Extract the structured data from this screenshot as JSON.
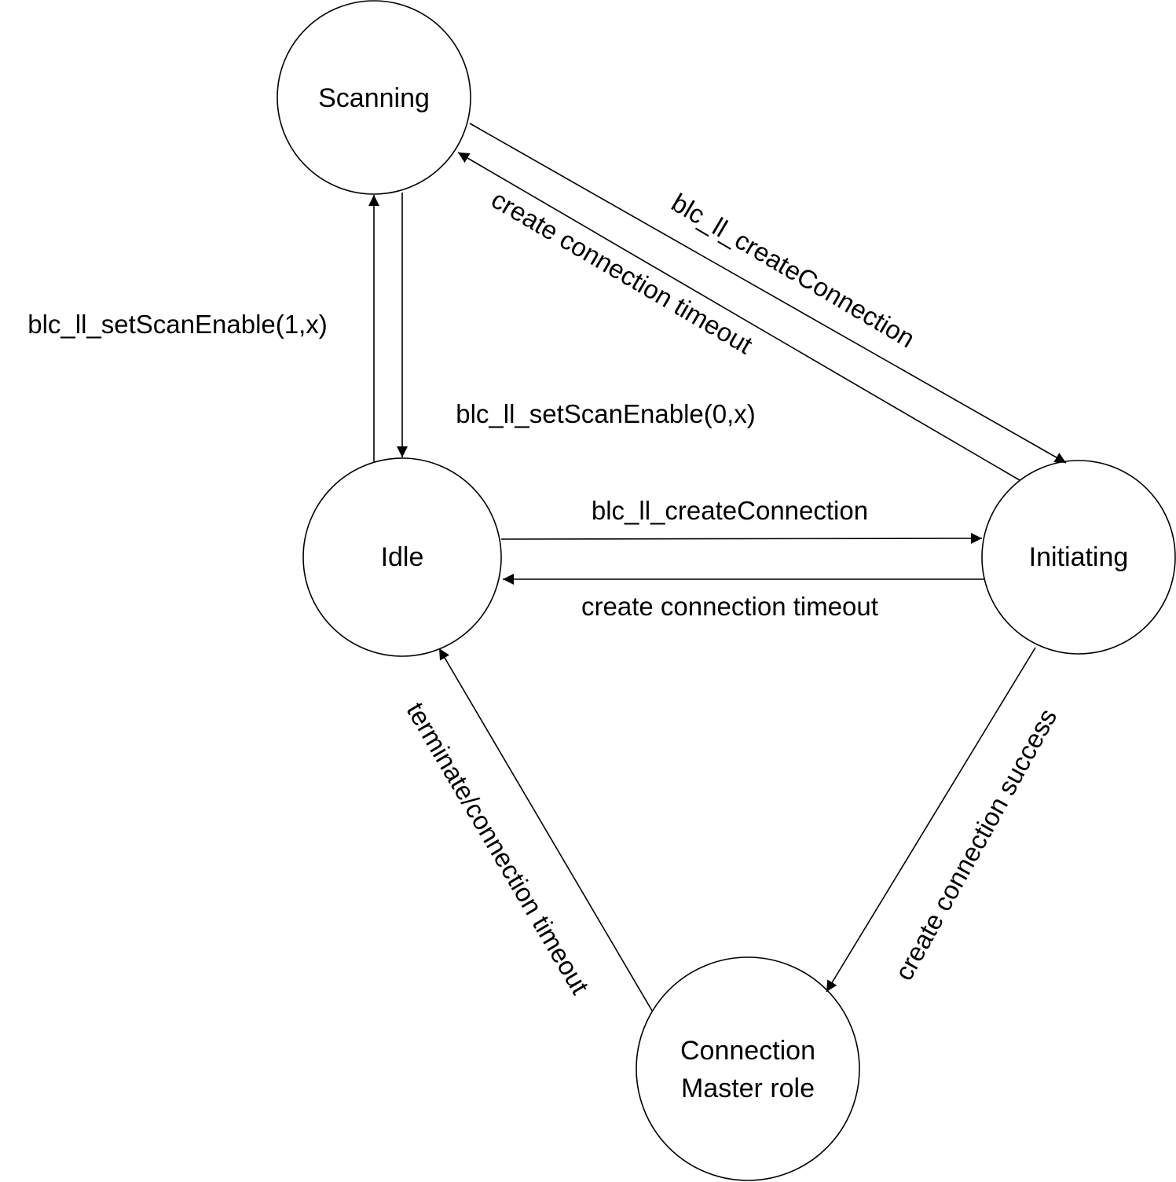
{
  "diagram": {
    "nodes": {
      "scanning": {
        "label": "Scanning"
      },
      "idle": {
        "label": "Idle"
      },
      "initiating": {
        "label": "Initiating"
      },
      "connection": {
        "label_line1": "Connection",
        "label_line2": "Master role"
      }
    },
    "edges": {
      "idle_to_scanning": {
        "label": "blc_ll_setScanEnable(1,x)"
      },
      "scanning_to_idle": {
        "label": "blc_ll_setScanEnable(0,x)"
      },
      "scanning_to_initiating": {
        "label": "blc_ll_createConnection"
      },
      "initiating_to_scanning": {
        "label": "create connection timeout"
      },
      "idle_to_initiating": {
        "label": "blc_ll_createConnection"
      },
      "initiating_to_idle": {
        "label": "create connection timeout"
      },
      "initiating_to_connection": {
        "label": "create connection success"
      },
      "connection_to_idle": {
        "label": "terminate/connection timeout"
      }
    },
    "colors": {
      "stroke": "#000000",
      "background": "#ffffff"
    }
  }
}
